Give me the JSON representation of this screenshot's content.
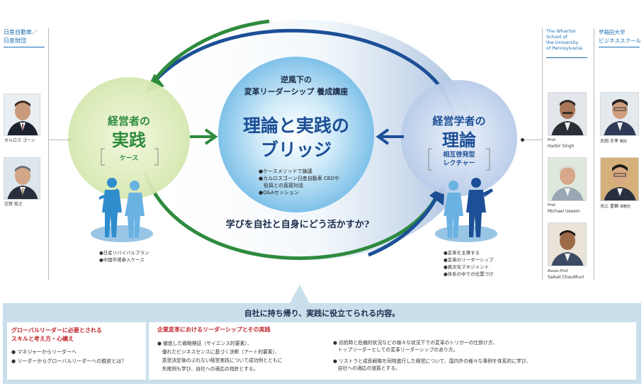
{
  "left_org": [
    "日産自動車／",
    "日産財団"
  ],
  "right_org_wharton": [
    "The Wharton",
    "School of",
    "the University",
    "of Pennsylvania"
  ],
  "right_org_waseda": [
    "早稲田大学",
    "ビジネススクール"
  ],
  "left_people": [
    {
      "name": "カルロス ゴーン"
    },
    {
      "name": "志賀 俊之"
    }
  ],
  "wharton_people": [
    {
      "title": "Prof.",
      "name": "Harbir Singh"
    },
    {
      "title": "Prof.",
      "name": "Michael Useem"
    },
    {
      "title": "Assoc.Prof.",
      "name": "Saikat Chaudhuri"
    }
  ],
  "waseda_people": [
    {
      "name": "太田 正孝",
      "title": "教授"
    },
    {
      "name": "池上 重輔",
      "title": "准教授"
    }
  ],
  "left_circle": {
    "title1": "経営者の",
    "title2": "実践",
    "sub": "ケース"
  },
  "right_circle": {
    "title1": "経営学者の",
    "title2": "理論",
    "sub1": "相互啓発型",
    "sub2": "レクチャー"
  },
  "center": {
    "subtitle1": "逆風下の",
    "subtitle2": "変革リーダーシップ 養成講座",
    "main1": "理論と実践の",
    "main2": "ブリッジ",
    "bullets": [
      "●ケースメソッドで論議",
      "●カルロスゴーン日産自動車 CEOや",
      "　役員との直接対話",
      "●Q&Aセッション"
    ]
  },
  "question": "学びを自社と自身にどう活かすか?",
  "left_bullets": [
    "●日産リバイバルプラン",
    "●中国市場参入ケース"
  ],
  "right_bullets": [
    "●変革を主導する",
    "●変革のリーダーシップ",
    "●異文化マネジメント",
    "●体系の中での位置づけ"
  ],
  "bottom": {
    "header": "自社に持ち帰り、実践に役立てられる内容。",
    "left_title1": "グローバルリーダーに必要とされる",
    "left_title2": "スキルと考え方・心構え",
    "left_items": [
      "● マネジャーからリーダーへ",
      "● リーダーからグローバルリーダーへの脱皮とは？"
    ],
    "right_title": "企業変革におけるリーダーシップとその実践",
    "col1": [
      "● 徹底した戦略検証（サイエンス的要素）、",
      "　優れたビジネスセンスに基づく決断（アート的要素）、",
      "　意思決定後のぶれない経営実践について成功例とともに",
      "　失敗例も学び、自社への適応の指針とする。"
    ],
    "col2": [
      "● 巡航時と危機的状況などの様々な状況下での変革のトリガーの仕掛け方、",
      "　トップリーダーとしての変革リーダーシップのあり方。",
      "",
      "● リストラと成長戦略を同時進行した経営について、国内外の様々な事例を体系的に学び、",
      "　自社への適応の道筋とする。"
    ]
  },
  "colors": {
    "green": "#2e8b3e",
    "blue": "#1c4f96",
    "panel": "#c9e0ec",
    "red": "#c0272d"
  }
}
